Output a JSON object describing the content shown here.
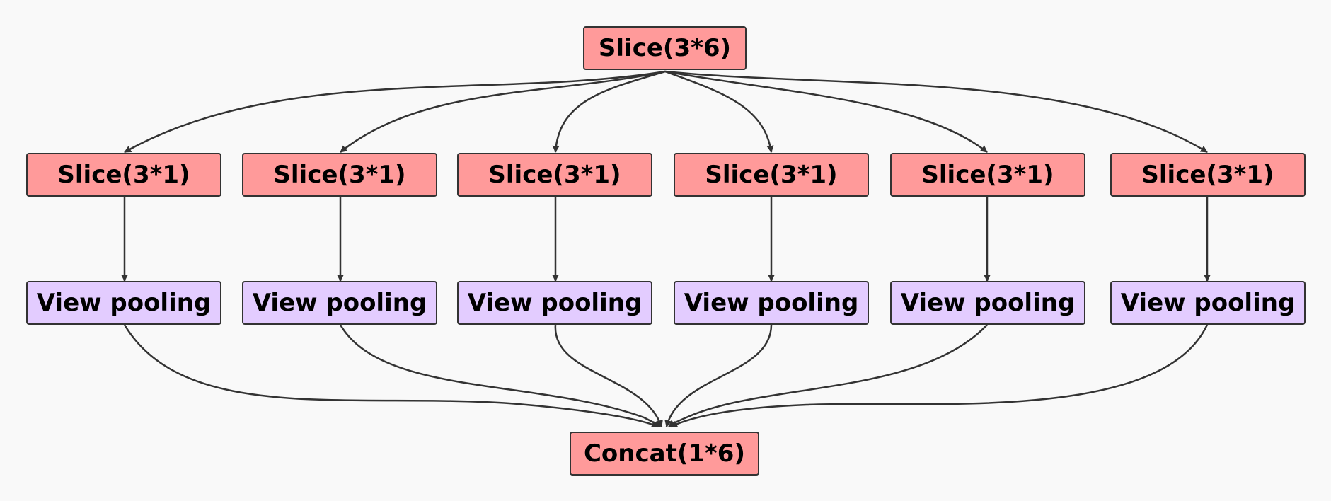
{
  "colors": {
    "background": "#f9f9f9",
    "slice_fill": "#ff9a9a",
    "pooling_fill": "#e3ccff",
    "stroke": "#333333"
  },
  "nodes": {
    "top": {
      "label": "Slice(3*6)"
    },
    "slices": [
      {
        "label": "Slice(3*1)"
      },
      {
        "label": "Slice(3*1)"
      },
      {
        "label": "Slice(3*1)"
      },
      {
        "label": "Slice(3*1)"
      },
      {
        "label": "Slice(3*1)"
      },
      {
        "label": "Slice(3*1)"
      }
    ],
    "poolings": [
      {
        "label": "View pooling"
      },
      {
        "label": "View pooling"
      },
      {
        "label": "View pooling"
      },
      {
        "label": "View pooling"
      },
      {
        "label": "View pooling"
      },
      {
        "label": "View pooling"
      }
    ],
    "bottom": {
      "label": "Concat(1*6)"
    }
  },
  "edges": [
    {
      "from": "top",
      "to": "slices.0"
    },
    {
      "from": "top",
      "to": "slices.1"
    },
    {
      "from": "top",
      "to": "slices.2"
    },
    {
      "from": "top",
      "to": "slices.3"
    },
    {
      "from": "top",
      "to": "slices.4"
    },
    {
      "from": "top",
      "to": "slices.5"
    },
    {
      "from": "slices.0",
      "to": "poolings.0"
    },
    {
      "from": "slices.1",
      "to": "poolings.1"
    },
    {
      "from": "slices.2",
      "to": "poolings.2"
    },
    {
      "from": "slices.3",
      "to": "poolings.3"
    },
    {
      "from": "slices.4",
      "to": "poolings.4"
    },
    {
      "from": "slices.5",
      "to": "poolings.5"
    },
    {
      "from": "poolings.0",
      "to": "bottom"
    },
    {
      "from": "poolings.1",
      "to": "bottom"
    },
    {
      "from": "poolings.2",
      "to": "bottom"
    },
    {
      "from": "poolings.3",
      "to": "bottom"
    },
    {
      "from": "poolings.4",
      "to": "bottom"
    },
    {
      "from": "poolings.5",
      "to": "bottom"
    }
  ]
}
